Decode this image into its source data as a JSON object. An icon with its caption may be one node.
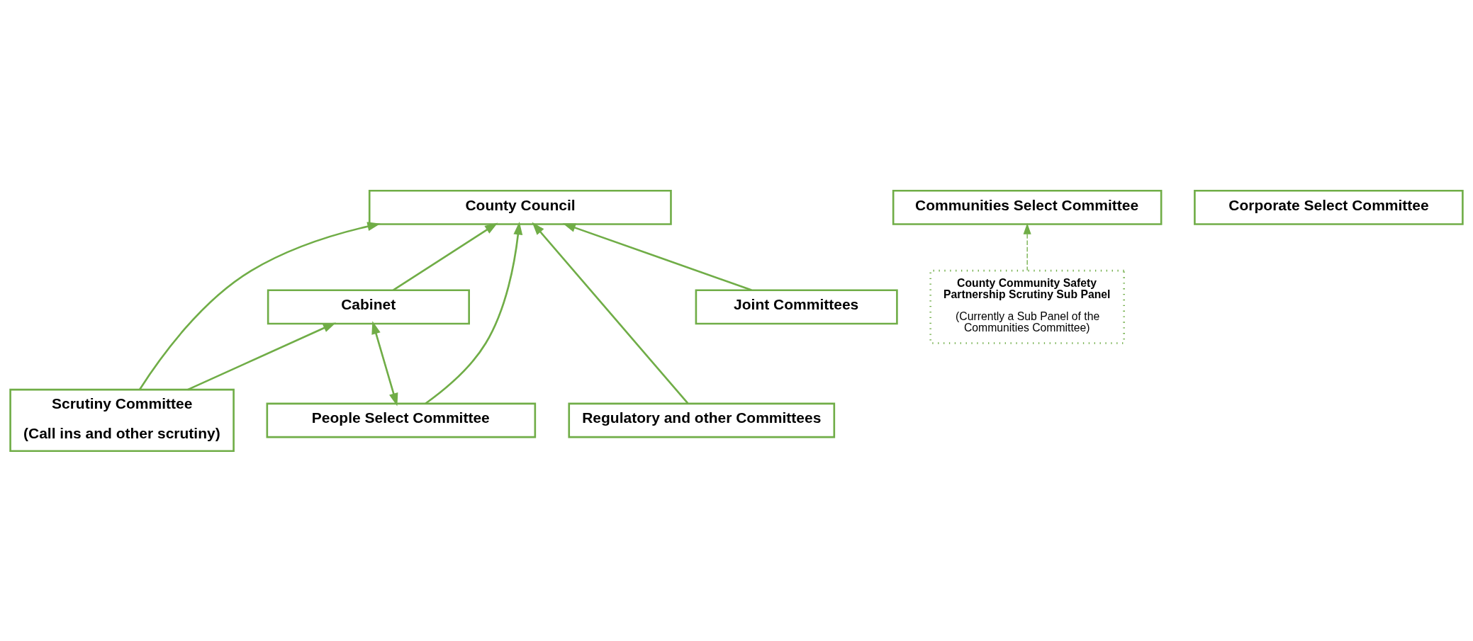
{
  "diagram": {
    "nodes": [
      {
        "text": [
          "County Council"
        ]
      },
      {
        "text": [
          "Cabinet"
        ]
      },
      {
        "text": [
          "Scrutiny Committee",
          "(Call ins and other scrutiny)"
        ]
      },
      {
        "text": [
          "People Select Committee"
        ]
      },
      {
        "text": [
          "Communities Select Committee"
        ]
      },
      {
        "text": [
          "Corporate Select Committee"
        ]
      },
      {
        "text": [
          "Regulatory and other Committees"
        ]
      },
      {
        "text": [
          "County Community Safety Partnership Scrutiny Sub Panel",
          "(Currently a Sub Panel of the Communities Committee)"
        ]
      },
      {
        "text": [
          "Joint Committees"
        ]
      }
    ],
    "edges": [
      {
        "from": 2,
        "to": 0,
        "arrow": "to"
      },
      {
        "from": 2,
        "to": 1,
        "arrow": "to"
      },
      {
        "from": 1,
        "to": 0,
        "arrow": "to"
      },
      {
        "from": 1,
        "to": 3,
        "arrow": "both"
      },
      {
        "from": 3,
        "to": 0,
        "arrow": "to"
      },
      {
        "from": 6,
        "to": 0,
        "arrow": "to"
      },
      {
        "from": 8,
        "to": 0,
        "arrow": "to"
      },
      {
        "from": 7,
        "to": 4,
        "arrow": "to",
        "style": "dashed"
      }
    ]
  }
}
